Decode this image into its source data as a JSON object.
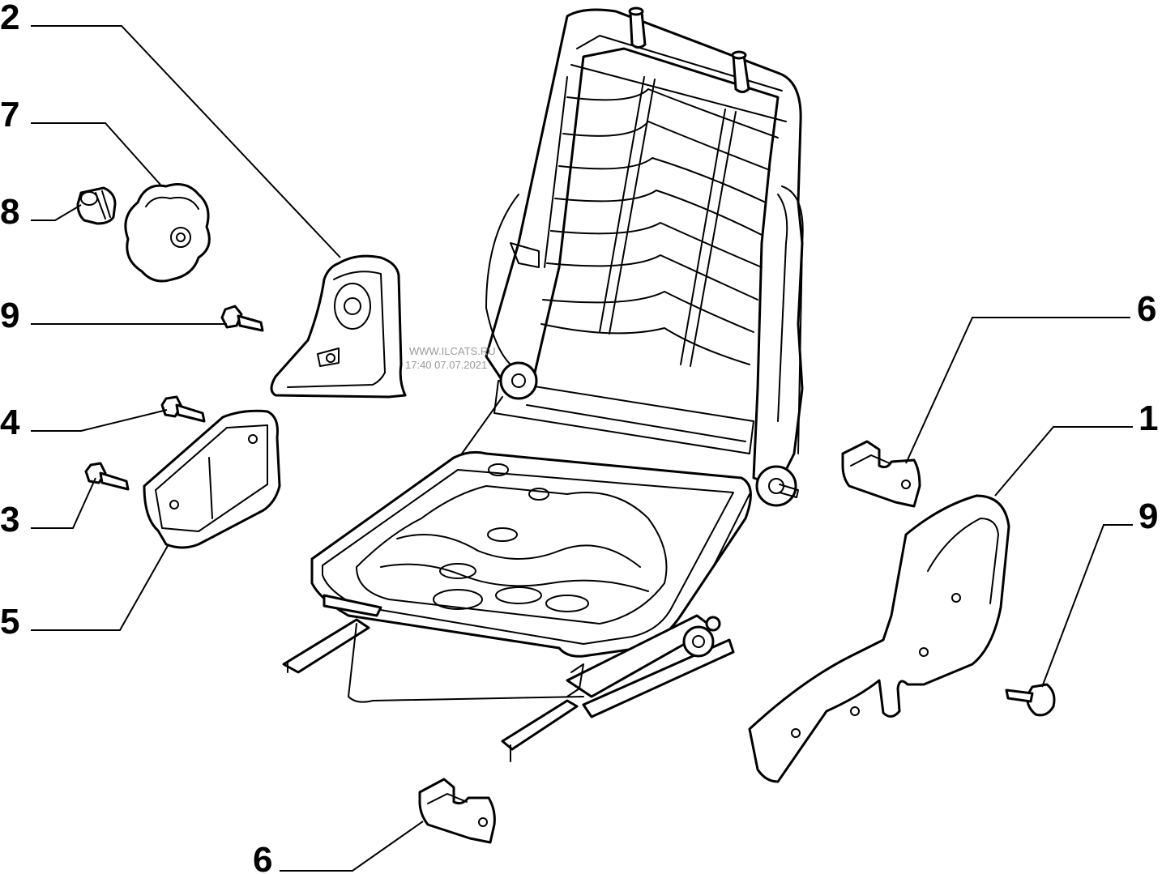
{
  "callouts": [
    {
      "id": "c2a",
      "label": "2"
    },
    {
      "id": "c7",
      "label": "7"
    },
    {
      "id": "c8",
      "label": "8"
    },
    {
      "id": "c9a",
      "label": "9"
    },
    {
      "id": "c4",
      "label": "4"
    },
    {
      "id": "c3",
      "label": "3"
    },
    {
      "id": "c5",
      "label": "5"
    },
    {
      "id": "c6a",
      "label": "6"
    },
    {
      "id": "c1",
      "label": "1"
    },
    {
      "id": "c9b",
      "label": "9"
    },
    {
      "id": "c6b",
      "label": "6"
    }
  ],
  "watermark": {
    "line1": "WWW.ILCATS.RU",
    "line2": "17:40 07.07.2021"
  }
}
